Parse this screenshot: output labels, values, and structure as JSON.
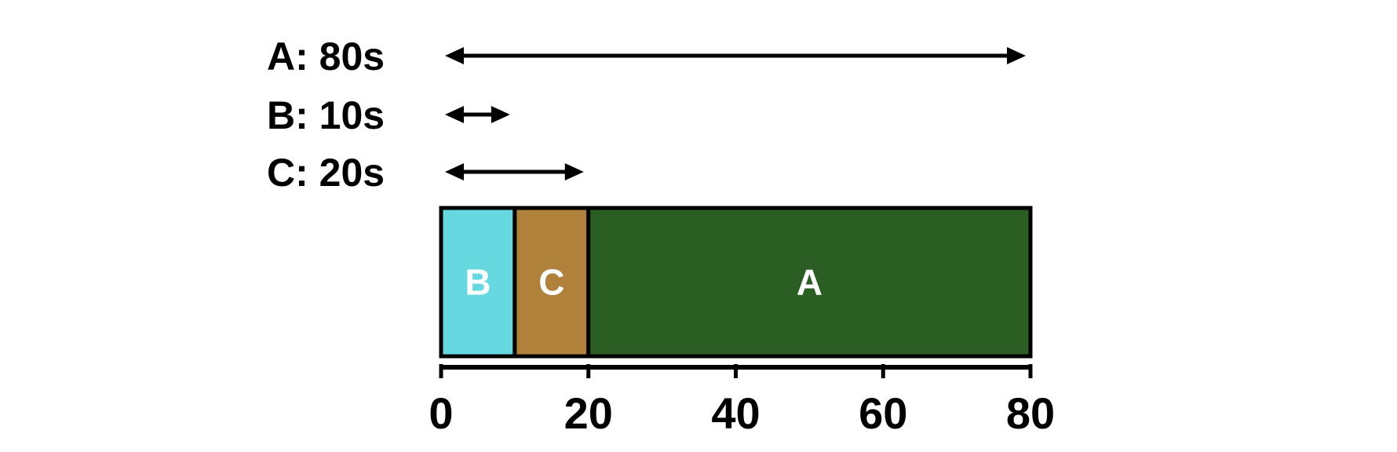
{
  "jobs": [
    {
      "id": "A",
      "label": "A: 80s",
      "duration": 80
    },
    {
      "id": "B",
      "label": "B: 10s",
      "duration": 10
    },
    {
      "id": "C",
      "label": "C: 20s",
      "duration": 20
    }
  ],
  "timeline": [
    {
      "job": "B",
      "label": "B",
      "start": 0,
      "end": 10,
      "color": "#66d8e0"
    },
    {
      "job": "C",
      "label": "C",
      "start": 10,
      "end": 20,
      "color": "#b0813a"
    },
    {
      "job": "A",
      "label": "A",
      "start": 20,
      "end": 80,
      "color": "#2a5e22"
    }
  ],
  "axis": {
    "min": 0,
    "max": 80,
    "ticks": [
      0,
      20,
      40,
      60,
      80
    ],
    "tick_labels": [
      "0",
      "20",
      "40",
      "60",
      "80"
    ]
  },
  "colors": {
    "stroke": "#000000",
    "segment_text": "#ffffff"
  }
}
